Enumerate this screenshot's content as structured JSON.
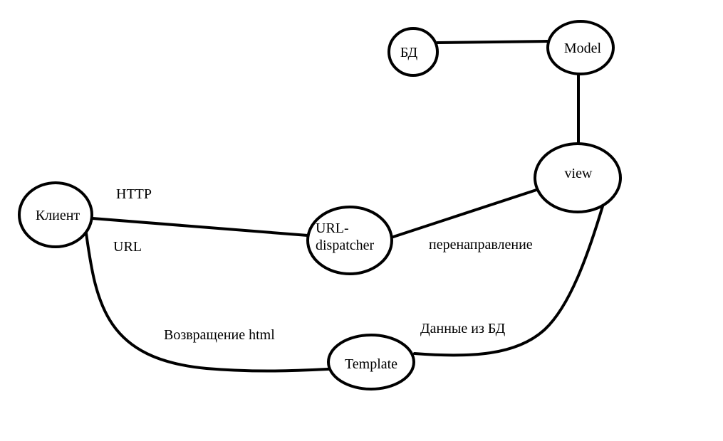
{
  "nodes": {
    "db": "БД",
    "model": "Model",
    "view": "view",
    "client": "Клиент",
    "dispatcher_line1": "URL-",
    "dispatcher_line2": "dispatcher",
    "template": "Template"
  },
  "edge_labels": {
    "http": "HTTP",
    "url": "URL",
    "redirect": "перенаправление",
    "return_html": "Возвращение html",
    "db_data": "Данные из БД"
  },
  "colors": {
    "stroke": "#000000",
    "background": "#ffffff"
  }
}
